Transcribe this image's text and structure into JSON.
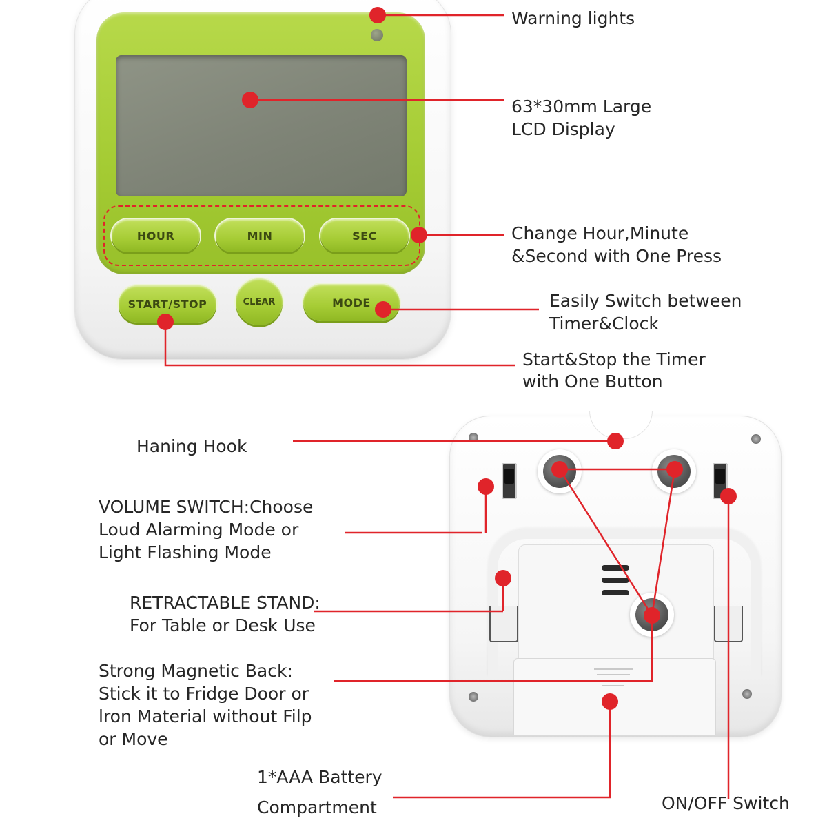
{
  "front_device": {
    "buttons": {
      "hour": "HOUR",
      "min": "MIN",
      "sec": "SEC",
      "start_stop": "START/STOP",
      "clear": "CLEAR",
      "mode": "MODE"
    }
  },
  "callouts": {
    "warning_lights": "Warning lights",
    "lcd_line1": "63*30mm Large",
    "lcd_line2": "LCD Display",
    "change_line1": "Change Hour,Minute",
    "change_line2": "&Second with One Press",
    "switch_line1": "Easily Switch between",
    "switch_line2": "Timer&Clock",
    "start_line1": "Start&Stop the Timer",
    "start_line2": "with One Button",
    "hook": "Haning Hook",
    "volume_line1": "VOLUME SWITCH:Choose",
    "volume_line2": "Loud Alarming Mode or",
    "volume_line3": "Light Flashing Mode",
    "stand_line1": "RETRACTABLE STAND:",
    "stand_line2": "For Table or Desk Use",
    "magnet_line1": "Strong Magnetic Back:",
    "magnet_line2": "Stick it to Fridge Door or",
    "magnet_line3": "lron Material without Filp",
    "magnet_line4": "or Move",
    "battery_line1": "1*AAA Battery",
    "battery_line2": "Compartment",
    "onoff": "ON/OFF Switch"
  },
  "colors": {
    "accent_red": "#e0242a",
    "device_green": "#a6cc35",
    "lcd_gray": "#7f8477"
  }
}
